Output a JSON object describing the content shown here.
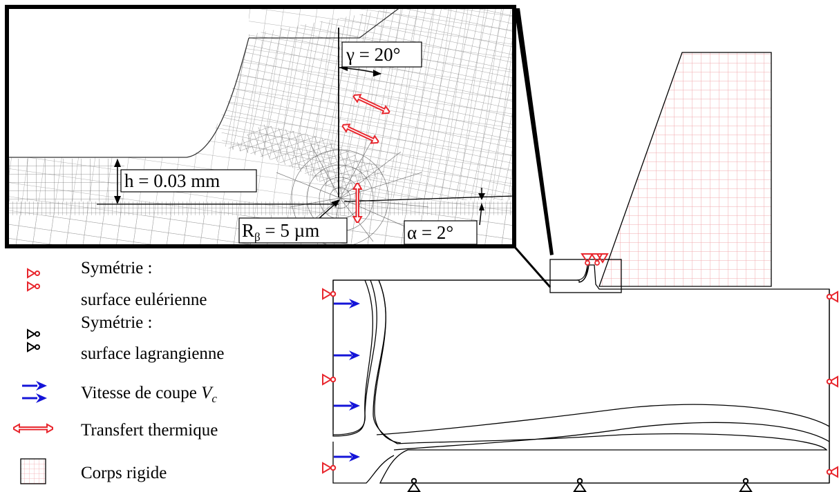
{
  "colors": {
    "eulerian_symbol": "#e8262d",
    "lagrangian_symbol": "#000000",
    "cutting_speed": "#1414d8",
    "heat_transfer": "#e8262d",
    "rigid_grid": "#f2a9ae",
    "mesh": "#555555"
  },
  "zoom_annotations": {
    "rake_angle": "γ = 20°",
    "depth_of_cut": "h = 0.03 mm",
    "edge_radius": "R",
    "edge_radius_sub": "β",
    "edge_radius_value": " = 5 µm",
    "clearance_angle": "α = 2°"
  },
  "legend": {
    "eulerian_title": "Symétrie :",
    "eulerian_sub": "surface eulérienne",
    "lagrangian_title": "Symétrie :",
    "lagrangian_sub": "surface lagrangienne",
    "speed_label": "Vitesse de coupe ",
    "speed_symbol": "V",
    "speed_subscript": "c",
    "heat_label": "Transfert thermique",
    "rigid_label": "Corps rigide"
  }
}
